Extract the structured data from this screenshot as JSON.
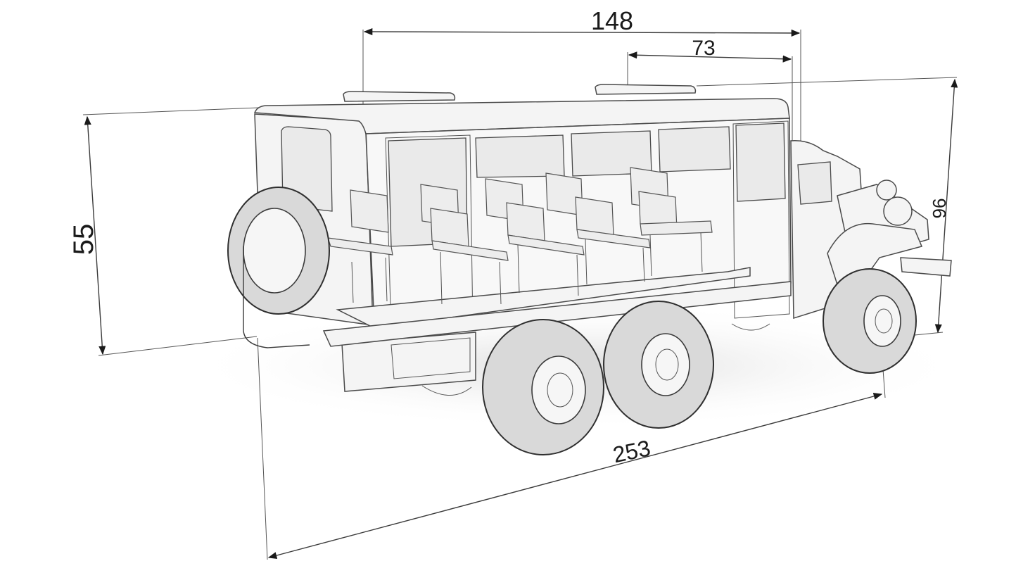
{
  "dimensions": {
    "body_length": "148",
    "cab_section": "73",
    "height_rear": "55",
    "height_front": "96",
    "overall_length": "253"
  },
  "colors": {
    "background": "#ffffff",
    "line": "#2b2b2b",
    "shading": "#e6e6e6"
  }
}
